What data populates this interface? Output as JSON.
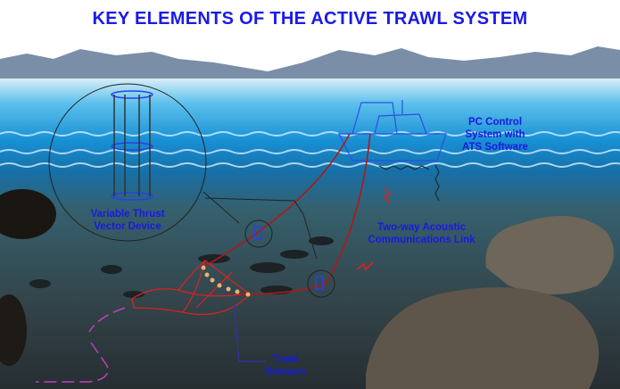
{
  "title": "KEY ELEMENTS OF THE ACTIVE TRAWL SYSTEM",
  "labels": {
    "pc_control": "PC Control\nSystem   with\nATS Software",
    "acoustic_link": "Two-way Acoustic\nCommunications Link",
    "thrust_device": "Variable Thrust\nVector Device",
    "trawl_sensors": "Trawl\nSensors"
  },
  "colors": {
    "label": "#1a1ae0",
    "cable": "#b01818",
    "net": "#e02020",
    "water": "#1e8fd0"
  }
}
